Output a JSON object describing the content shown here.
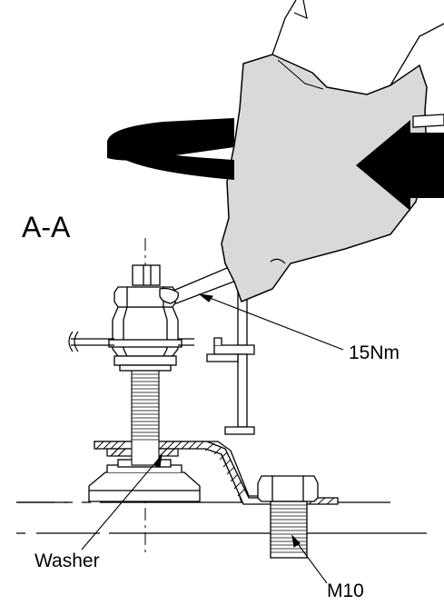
{
  "diagram": {
    "section_label": "A-A",
    "torque_label": "15Nm",
    "washer_label": "Washer",
    "bolt_label": "M10"
  },
  "colors": {
    "ink": "#000000",
    "hand_fill": "#d9d9d9",
    "paper": "#ffffff"
  },
  "icons": {
    "rotation_arrow": "curved-arrow-icon",
    "tool_hand": "hand-with-wrench-icon"
  }
}
